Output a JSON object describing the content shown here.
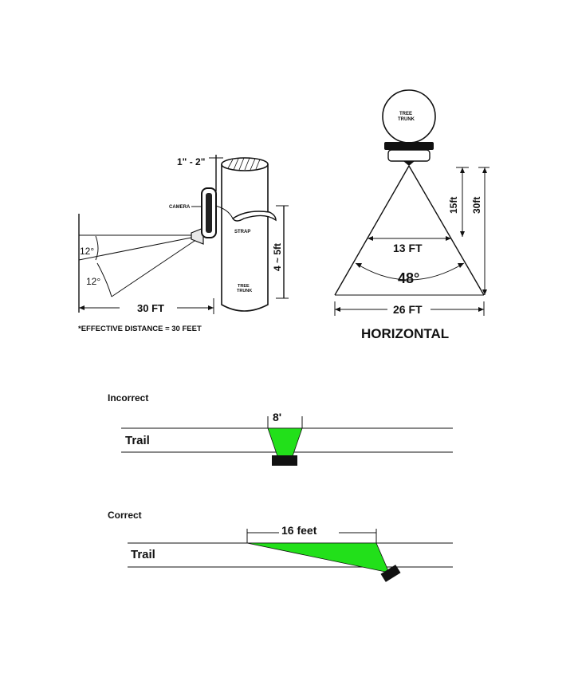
{
  "side_view": {
    "offset_label": "1\" - 2\"",
    "camera_label": "CAMERA",
    "strap_label": "STRAP",
    "trunk_label_line1": "TREE",
    "trunk_label_line2": "TRUNK",
    "height_label": "4 ~ 5ft",
    "angle_upper": "12°",
    "angle_lower": "12°",
    "distance_label": "30 FT",
    "note": "*EFFECTIVE DISTANCE = 30 FEET"
  },
  "top_view": {
    "trunk_label_line1": "TREE",
    "trunk_label_line2": "TRUNK",
    "mid_distance": "15ft",
    "full_distance": "30ft",
    "mid_width": "13 FT",
    "angle": "48°",
    "full_width": "26 FT",
    "caption": "HORIZONTAL"
  },
  "incorrect": {
    "heading": "Incorrect",
    "width_label": "8'",
    "trail_label": "Trail"
  },
  "correct": {
    "heading": "Correct",
    "width_label": "16 feet",
    "trail_label": "Trail"
  },
  "colors": {
    "detection_zone": "#22e01a",
    "ink": "#111111"
  }
}
